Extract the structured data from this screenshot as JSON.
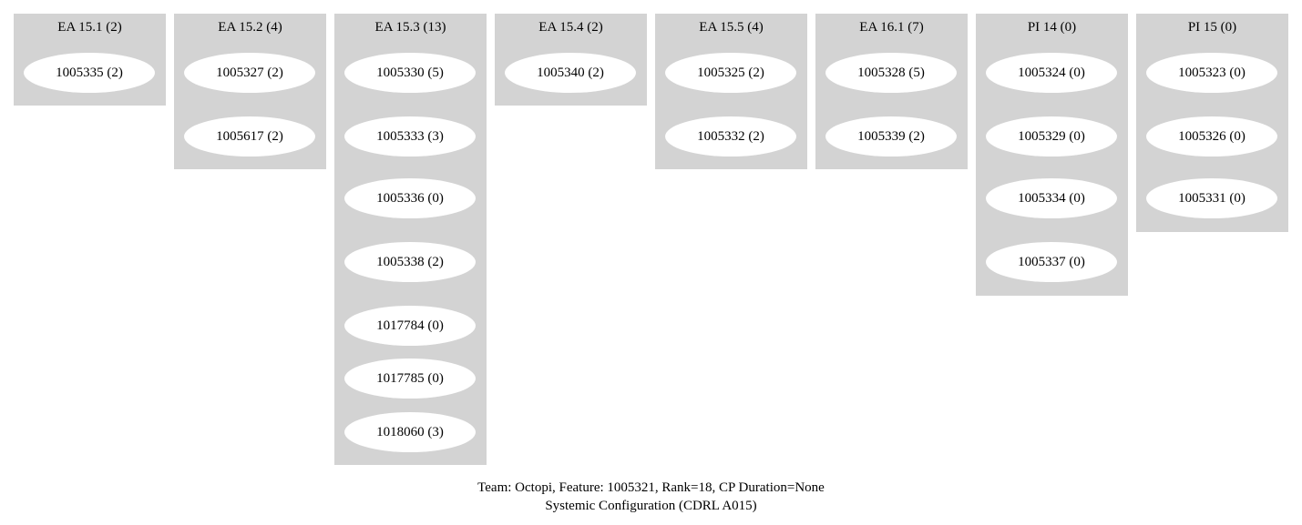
{
  "clusters": [
    {
      "title": "EA 15.1 (2)",
      "nodes": [
        "1005335 (2)"
      ]
    },
    {
      "title": "EA 15.2 (4)",
      "nodes": [
        "1005327 (2)",
        "1005617 (2)"
      ]
    },
    {
      "title": "EA 15.3 (13)",
      "nodes": [
        "1005330 (5)",
        "1005333 (3)",
        "1005336 (0)",
        "1005338 (2)",
        "1017784 (0)",
        "1017785 (0)",
        "1018060 (3)"
      ]
    },
    {
      "title": "EA 15.4 (2)",
      "nodes": [
        "1005340 (2)"
      ]
    },
    {
      "title": "EA 15.5 (4)",
      "nodes": [
        "1005325 (2)",
        "1005332 (2)"
      ]
    },
    {
      "title": "EA 16.1 (7)",
      "nodes": [
        "1005328 (5)",
        "1005339 (2)"
      ]
    },
    {
      "title": "PI 14 (0)",
      "nodes": [
        "1005324 (0)",
        "1005329 (0)",
        "1005334 (0)",
        "1005337 (0)"
      ]
    },
    {
      "title": "PI 15 (0)",
      "nodes": [
        "1005323 (0)",
        "1005326 (0)",
        "1005331 (0)"
      ]
    }
  ],
  "caption": {
    "line1": "Team: Octopi, Feature: 1005321, Rank=18, CP Duration=None",
    "line2": "Systemic Configuration (CDRL A015)"
  }
}
